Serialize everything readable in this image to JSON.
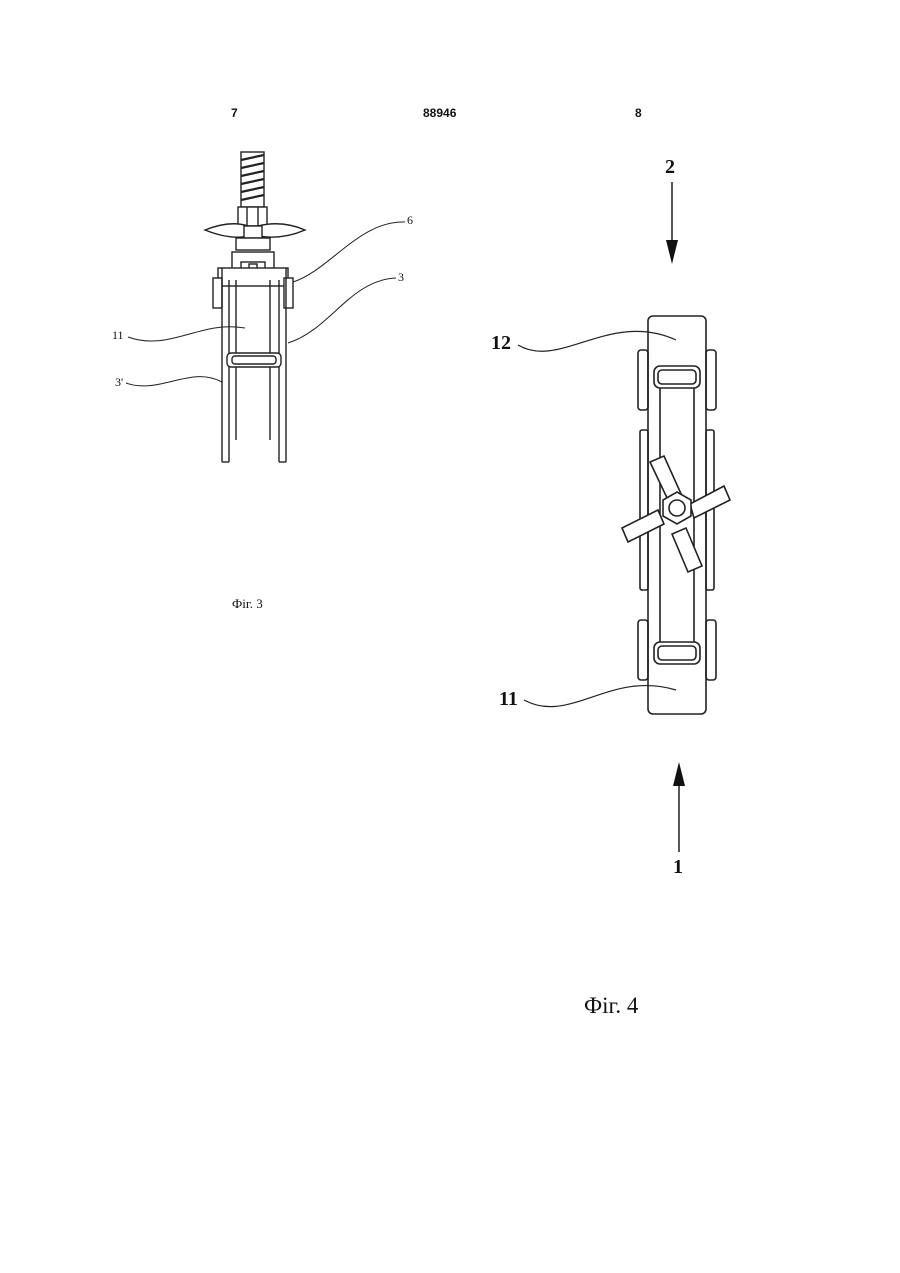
{
  "header": {
    "left_page_number": "7",
    "patent_number": "88946",
    "right_page_number": "8"
  },
  "figure3": {
    "caption": "Фіг. 3",
    "labels": {
      "label_6": "6",
      "label_3": "3",
      "label_11": "11",
      "label_3_prime": "3'"
    }
  },
  "figure4": {
    "caption": "Фіг. 4",
    "labels": {
      "label_2": "2",
      "label_12": "12",
      "label_11": "11",
      "label_1": "1"
    }
  }
}
